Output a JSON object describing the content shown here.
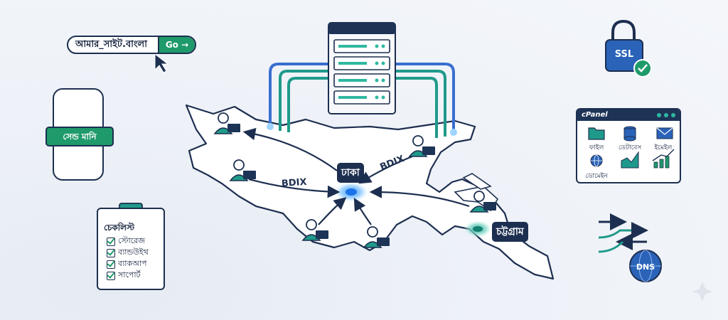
{
  "url_bar": {
    "address": "আমার_সাইট.বাংলা",
    "go_label": "Go →"
  },
  "phone": {
    "send_money_label": "সেন্ড মানি"
  },
  "checklist": {
    "title": "চেকলিস্ট",
    "items": [
      "স্টোরেজ",
      "ব্যান্ডউইথ",
      "ব্যাকআপ",
      "সাপোর্ট"
    ]
  },
  "map": {
    "hub_city": "ঢাকা",
    "second_city": "চট্টগ্রাম",
    "link_label_left": "BDIX",
    "link_label_right": "BDIX"
  },
  "ssl": {
    "label": "SSL"
  },
  "cpanel": {
    "title": "cPanel",
    "file_label": "ফাইল",
    "database_label": "ডেটাবেস",
    "email_label": "ইমেইল",
    "domain_label": "ডোমেইন"
  },
  "dns": {
    "label": "DNS"
  },
  "colors": {
    "navy": "#1d2f50",
    "green": "#1f9a6b",
    "teal": "#2fb8a0",
    "blue": "#3a6fd0"
  }
}
